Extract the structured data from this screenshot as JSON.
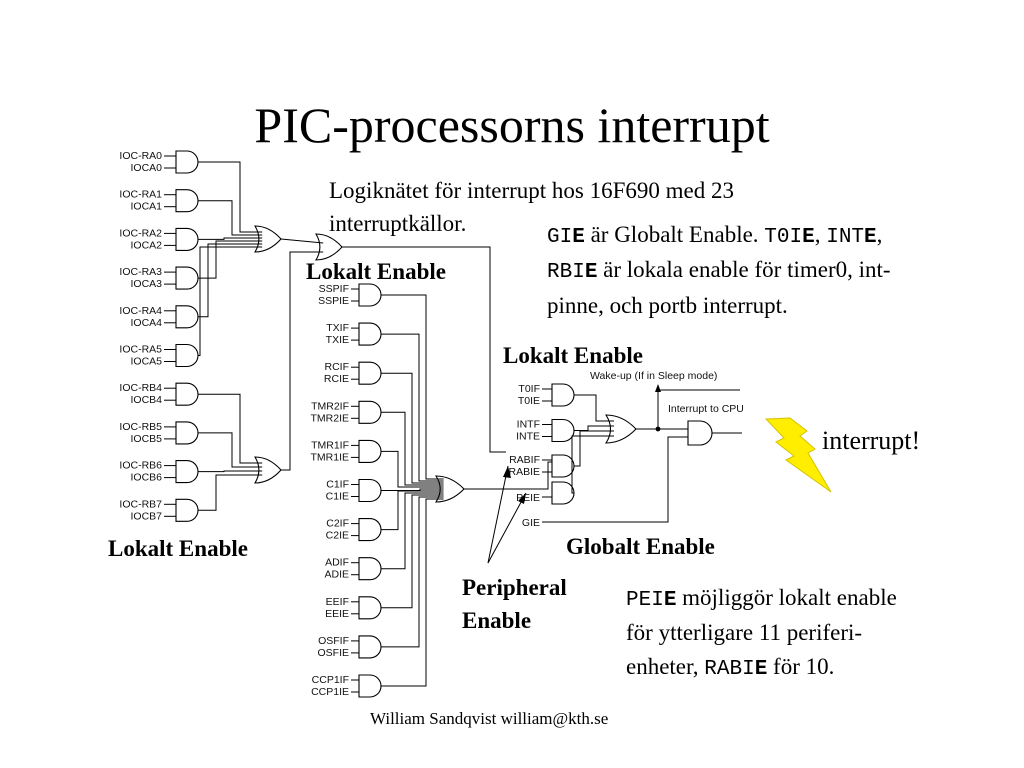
{
  "title": "PIC-processorns interrupt",
  "intro": [
    "Logiknätet för interrupt hos 16F690 med 23",
    "interruptkällor."
  ],
  "note1": {
    "line1": {
      "c1": "GI",
      "b1": "E",
      "t1": " är Globalt Enable. ",
      "c2": "T0I",
      "b2": "E",
      "t2": ", ",
      "c3": "INT",
      "b3": "E",
      "t3": ","
    },
    "line2": {
      "c1": "RBI",
      "b1": "E",
      "t1": " är lokala enable för timer0, int-"
    },
    "line3": "pinne, och portb interrupt."
  },
  "note2": {
    "line1": {
      "c1": "PEI",
      "b1": "E",
      "t1": " möjliggör lokalt enable"
    },
    "line2": "för ytterligare 11 periferi-",
    "line3": {
      "t0": "enheter, ",
      "c1": "RABI",
      "b1": "E",
      "t1": " för 10."
    }
  },
  "callouts": {
    "local_enable_left": "Lokalt Enable",
    "local_enable_mid": "Lokalt Enable",
    "local_enable_right": "Lokalt Enable",
    "global_enable": "Globalt Enable",
    "peripheral_1": "Peripheral",
    "peripheral_2": "Enable",
    "interrupt": "interrupt!"
  },
  "footer": "William Sandqvist  william@kth.se",
  "diagram": {
    "left_pairs": [
      [
        "IOC-RA0",
        "IOCA0"
      ],
      [
        "IOC-RA1",
        "IOCA1"
      ],
      [
        "IOC-RA2",
        "IOCA2"
      ],
      [
        "IOC-RA3",
        "IOCA3"
      ],
      [
        "IOC-RA4",
        "IOCA4"
      ],
      [
        "IOC-RA5",
        "IOCA5"
      ],
      [
        "IOC-RB4",
        "IOCB4"
      ],
      [
        "IOC-RB5",
        "IOCB5"
      ],
      [
        "IOC-RB6",
        "IOCB6"
      ],
      [
        "IOC-RB7",
        "IOCB7"
      ]
    ],
    "peripheral_pairs": [
      [
        "SSPIF",
        "SSPIE"
      ],
      [
        "TXIF",
        "TXIE"
      ],
      [
        "RCIF",
        "RCIE"
      ],
      [
        "TMR2IF",
        "TMR2IE"
      ],
      [
        "TMR1IF",
        "TMR1IE"
      ],
      [
        "C1IF",
        "C1IE"
      ],
      [
        "C2IF",
        "C2IE"
      ],
      [
        "ADIF",
        "ADIE"
      ],
      [
        "EEIF",
        "EEIE"
      ],
      [
        "OSFIF",
        "OSFIE"
      ],
      [
        "CCP1IF",
        "CCP1IE"
      ]
    ],
    "right_pairs": [
      [
        "T0IF",
        "T0IE"
      ],
      [
        "INTF",
        "INTE"
      ],
      [
        "RABIF",
        "RABIE"
      ]
    ],
    "peie_label": "PEIE",
    "gie_label": "GIE",
    "wakeup_label": "Wake-up (If in Sleep mode)",
    "cpu_label": "Interrupt to CPU",
    "lightning": {
      "fill": "#ffee00",
      "edge": "#d4c200"
    }
  }
}
